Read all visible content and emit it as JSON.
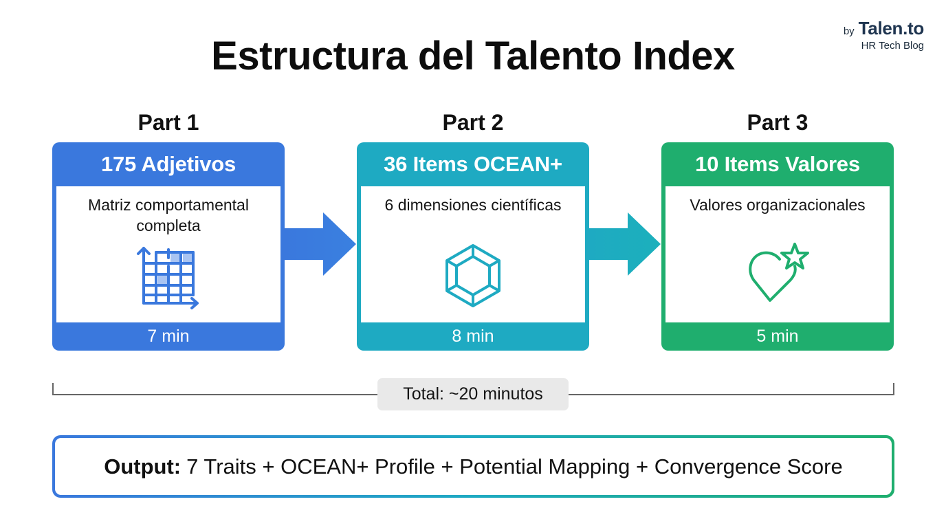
{
  "title": "Estructura del Talento Index",
  "brand": {
    "by": "by",
    "name": "Talen.to",
    "subtitle": "HR Tech Blog"
  },
  "parts": [
    {
      "label": "Part 1",
      "heading": "175 Adjetivos",
      "description": "Matriz comportamental completa",
      "duration": "7 min",
      "icon": "grid-matrix-icon",
      "color": "#3a78dd"
    },
    {
      "label": "Part 2",
      "heading": "36 Items OCEAN+",
      "description": "6 dimensiones científicas",
      "duration": "8 min",
      "icon": "hexagon-gem-icon",
      "color": "#1eaac2"
    },
    {
      "label": "Part 3",
      "heading": "10 Items Valores",
      "description": "Valores organizacionales",
      "duration": "5 min",
      "icon": "heart-star-icon",
      "color": "#1fae6e"
    }
  ],
  "total": "Total: ~20 minutos",
  "output": {
    "label": "Output:",
    "text": "7 Traits + OCEAN+ Profile + Potential Mapping + Convergence Score"
  }
}
